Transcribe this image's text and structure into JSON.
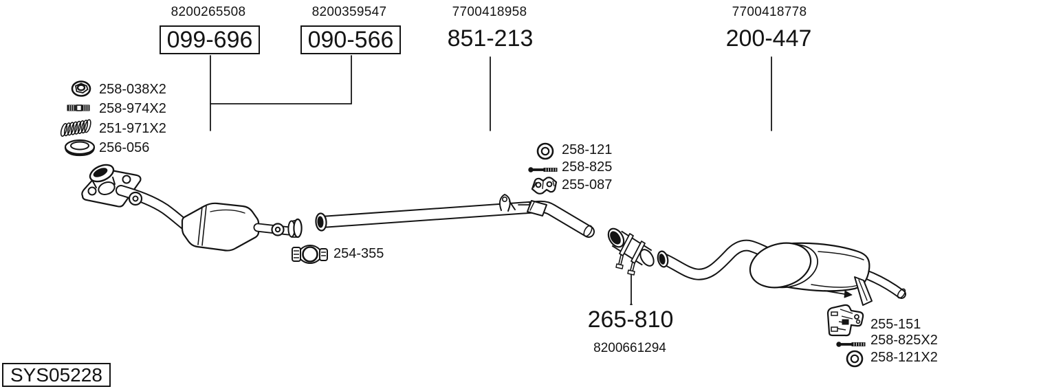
{
  "colors": {
    "ink": "#141414",
    "background": "#ffffff"
  },
  "system_code": "SYS05228",
  "top_labels": [
    {
      "oe": "8200265508",
      "part": "099-696",
      "boxed": true
    },
    {
      "oe": "8200359547",
      "part": "090-566",
      "boxed": true
    },
    {
      "oe": "7700418958",
      "part": "851-213",
      "boxed": false
    },
    {
      "oe": "7700418778",
      "part": "200-447",
      "boxed": false
    }
  ],
  "front_hardware": [
    {
      "icon": "flange-nut-icon",
      "label": "258-038X2"
    },
    {
      "icon": "stud-bolt-icon",
      "label": "258-974X2"
    },
    {
      "icon": "coil-spring-icon",
      "label": "251-971X2"
    },
    {
      "icon": "gasket-ring-icon",
      "label": "256-056"
    }
  ],
  "clamp": {
    "icon": "pipe-clamp-icon",
    "label": "254-355"
  },
  "mid_hardware": [
    {
      "icon": "washer-icon",
      "label": "258-121"
    },
    {
      "icon": "bolt-icon",
      "label": "258-825"
    },
    {
      "icon": "rubber-mount-icon",
      "label": "255-087"
    }
  ],
  "connector": {
    "part": "265-810",
    "oe": "8200661294"
  },
  "rear_hardware": [
    {
      "icon": "rubber-mount-icon",
      "label": "255-151"
    },
    {
      "icon": "bolt-icon",
      "label": "258-825X2"
    },
    {
      "icon": "washer-icon",
      "label": "258-121X2"
    }
  ]
}
